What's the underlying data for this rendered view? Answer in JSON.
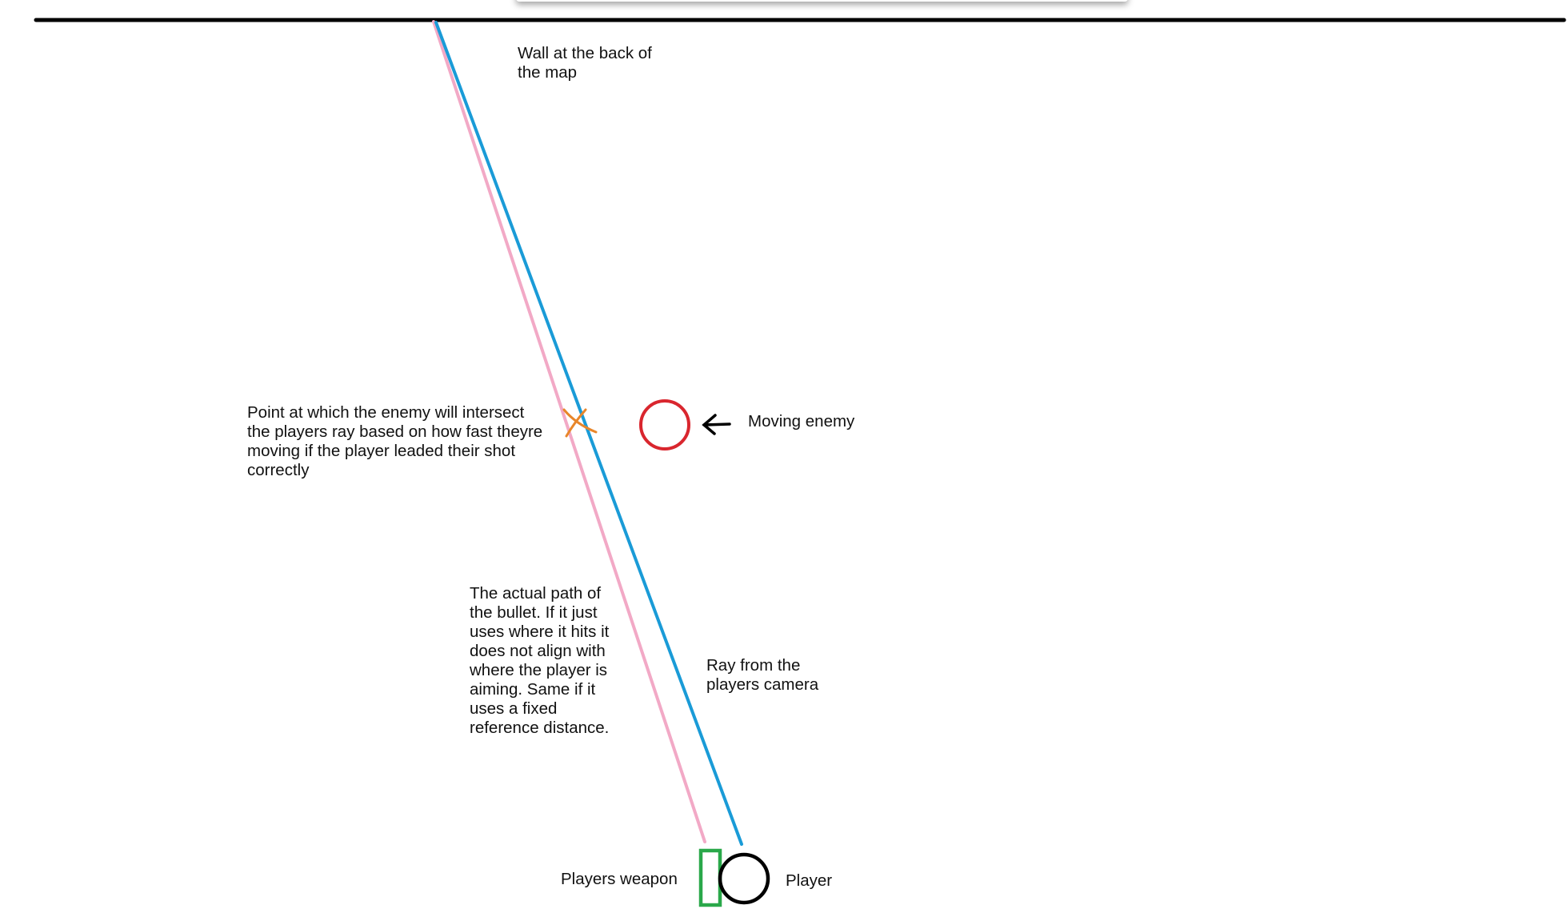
{
  "diagram": {
    "colors": {
      "wall": "#000000",
      "camera_ray": "#1a9bd7",
      "bullet_path": "#f2a9c6",
      "enemy": "#d9262e",
      "intersect_mark": "#e8862a",
      "weapon": "#2aa84a",
      "player": "#000000"
    },
    "labels": {
      "wall": "Wall at the back of\nthe map",
      "intersect": "Point at which the enemy will intersect\nthe players ray based on how fast theyre\nmoving if the player leaded their shot\ncorrectly",
      "enemy": "Moving enemy",
      "bullet": "The actual path of\nthe bullet. If it just\nuses where it hits it\ndoes not align with\nwhere the player is\naiming. Same if it\nuses a fixed\nreference distance.",
      "camera_ray": "Ray from the\nplayers camera",
      "weapon": "Players weapon",
      "player": "Player"
    }
  }
}
